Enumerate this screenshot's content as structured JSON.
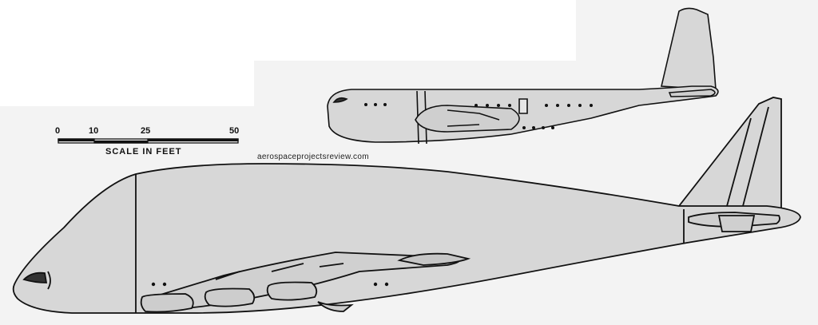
{
  "scale": {
    "ticks": [
      "0",
      "10",
      "25",
      "50"
    ],
    "label": "SCALE IN FEET"
  },
  "watermark": "aerospaceprojectsreview.com",
  "colors": {
    "background": "#f3f3f3",
    "aircraft_fill": "#d7d7d7",
    "outline": "#111111"
  }
}
